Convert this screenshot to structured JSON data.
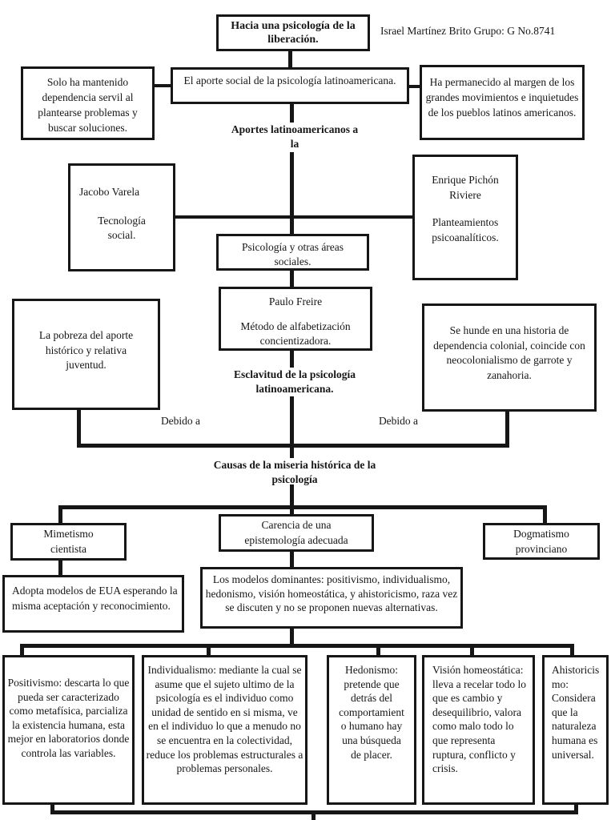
{
  "header": {
    "credit": "Israel Martínez Brito Grupo: G No.8741"
  },
  "colors": {
    "ink": "#161616",
    "paper": "#ffffff"
  },
  "diagram": {
    "title": "Hacia una psicología de la liberación.",
    "solo": "Solo ha mantenido dependencia servil al plantearse problemas y buscar soluciones.",
    "aporte": "El aporte social de la psicología latinoamericana.",
    "margen": "Ha permanecido al margen de los grandes movimientos e inquietudes de los pueblos latinos americanos.",
    "aportes_label": "Aportes latinoamericanos a la",
    "jacobo": {
      "name": "Jacobo Varela",
      "detail": "Tecnología social."
    },
    "enrique": {
      "name": "Enrique Pichón Riviere",
      "detail": "Planteamientos psicoanalíticos."
    },
    "psicologia": "Psicología y otras áreas sociales.",
    "paulo": {
      "name": "Paulo Freire",
      "detail": "Método de alfabetización concientizadora."
    },
    "pobreza": "La pobreza del aporte histórico y relativa juventud.",
    "hunde": "Se hunde en una historia de dependencia colonial, coincide con neocolonialismo de garrote y zanahoria.",
    "esclavitud_label": "Esclavitud de la psicología latinoamericana.",
    "debido_left": "Debido a",
    "debido_right": "Debido a",
    "causas_label": "Causas de la miseria histórica de la psicología",
    "mimetismo": "Mimetismo cientista",
    "carencia": "Carencia de una epistemología adecuada",
    "dogmatismo": "Dogmatismo provinciano",
    "adopta": "Adopta modelos de EUA esperando la misma aceptación y reconocimiento.",
    "modelos": "Los modelos dominantes: positivismo, individualismo, hedonismo, visión homeostática, y ahistoricismo, raza vez se discuten y no se proponen nuevas alternativas.",
    "positivismo": "Positivismo: descarta lo que pueda ser caracterizado como metafísica, parcializa la existencia humana, esta mejor en laboratorios donde controla las variables.",
    "individualismo": "Individualismo: mediante la cual se asume que el sujeto ultimo de la psicología es el individuo como unidad de sentido en si misma, ve en el individuo lo que a menudo no se encuentra en la colectividad, reduce los problemas estructurales a problemas personales.",
    "hedonismo": "Hedonismo: pretende que detrás del comportamiento humano hay una búsqueda de placer.",
    "vision": "Visión homeostática: lleva a recelar todo lo que es cambio y desequilibrio, valora como malo todo lo que representa ruptura, conflicto y crisis.",
    "ahistoricismo": "Ahistoricismo: Considera que la naturaleza humana es universal."
  }
}
